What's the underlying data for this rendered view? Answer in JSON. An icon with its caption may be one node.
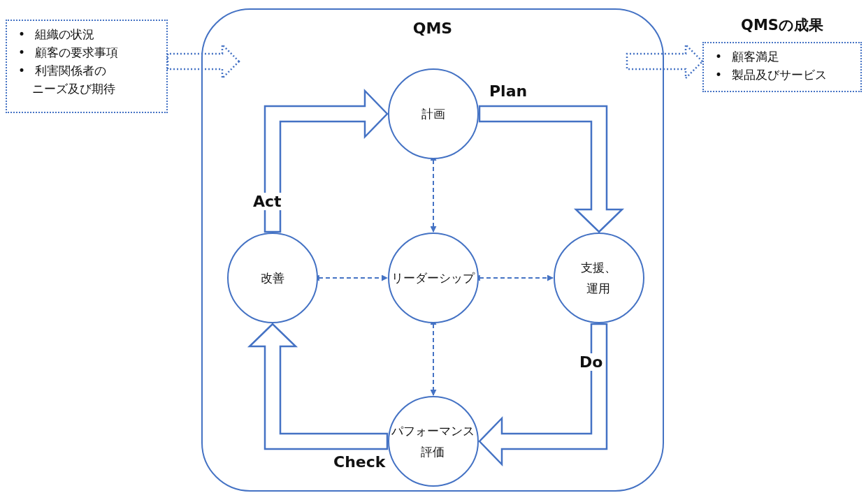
{
  "diagram": {
    "nodes": [
      {
        "text": [
          "QMS"
        ]
      },
      {
        "text": [
          "• 組織の状況",
          "• 顧客の要求事項",
          "• 利害関係者のニーズ及び期待"
        ]
      },
      {
        "text": [
          "QMSの成果",
          "• 顧客満足",
          "• 製品及びサービス"
        ]
      },
      {
        "text": [
          "計画"
        ],
        "in": 0
      },
      {
        "text": [
          "改善"
        ],
        "in": 0
      },
      {
        "text": [
          "リーダーシップ"
        ],
        "in": 0
      },
      {
        "text": [
          "支援、運用"
        ],
        "in": 0
      },
      {
        "text": [
          "パフォーマンス評価"
        ],
        "in": 0
      }
    ],
    "edges": [
      {
        "from": 1,
        "to": 0,
        "arrow": "to",
        "style": "dashed"
      },
      {
        "from": 0,
        "to": 2,
        "arrow": "to",
        "style": "dashed"
      },
      {
        "from": 3,
        "to": 6,
        "arrow": "to",
        "style": "thick",
        "label": "Plan"
      },
      {
        "from": 6,
        "to": 7,
        "arrow": "to",
        "style": "thick",
        "label": "Do"
      },
      {
        "from": 7,
        "to": 4,
        "arrow": "to",
        "style": "thick",
        "label": "Check"
      },
      {
        "from": 4,
        "to": 3,
        "arrow": "to",
        "style": "thick",
        "label": "Act"
      },
      {
        "from": 3,
        "to": 5,
        "arrow": "both",
        "style": "dashed"
      },
      {
        "from": 4,
        "to": 5,
        "arrow": "both",
        "style": "dashed"
      },
      {
        "from": 5,
        "to": 6,
        "arrow": "both",
        "style": "dashed"
      },
      {
        "from": 5,
        "to": 7,
        "arrow": "both",
        "style": "dashed"
      }
    ]
  }
}
